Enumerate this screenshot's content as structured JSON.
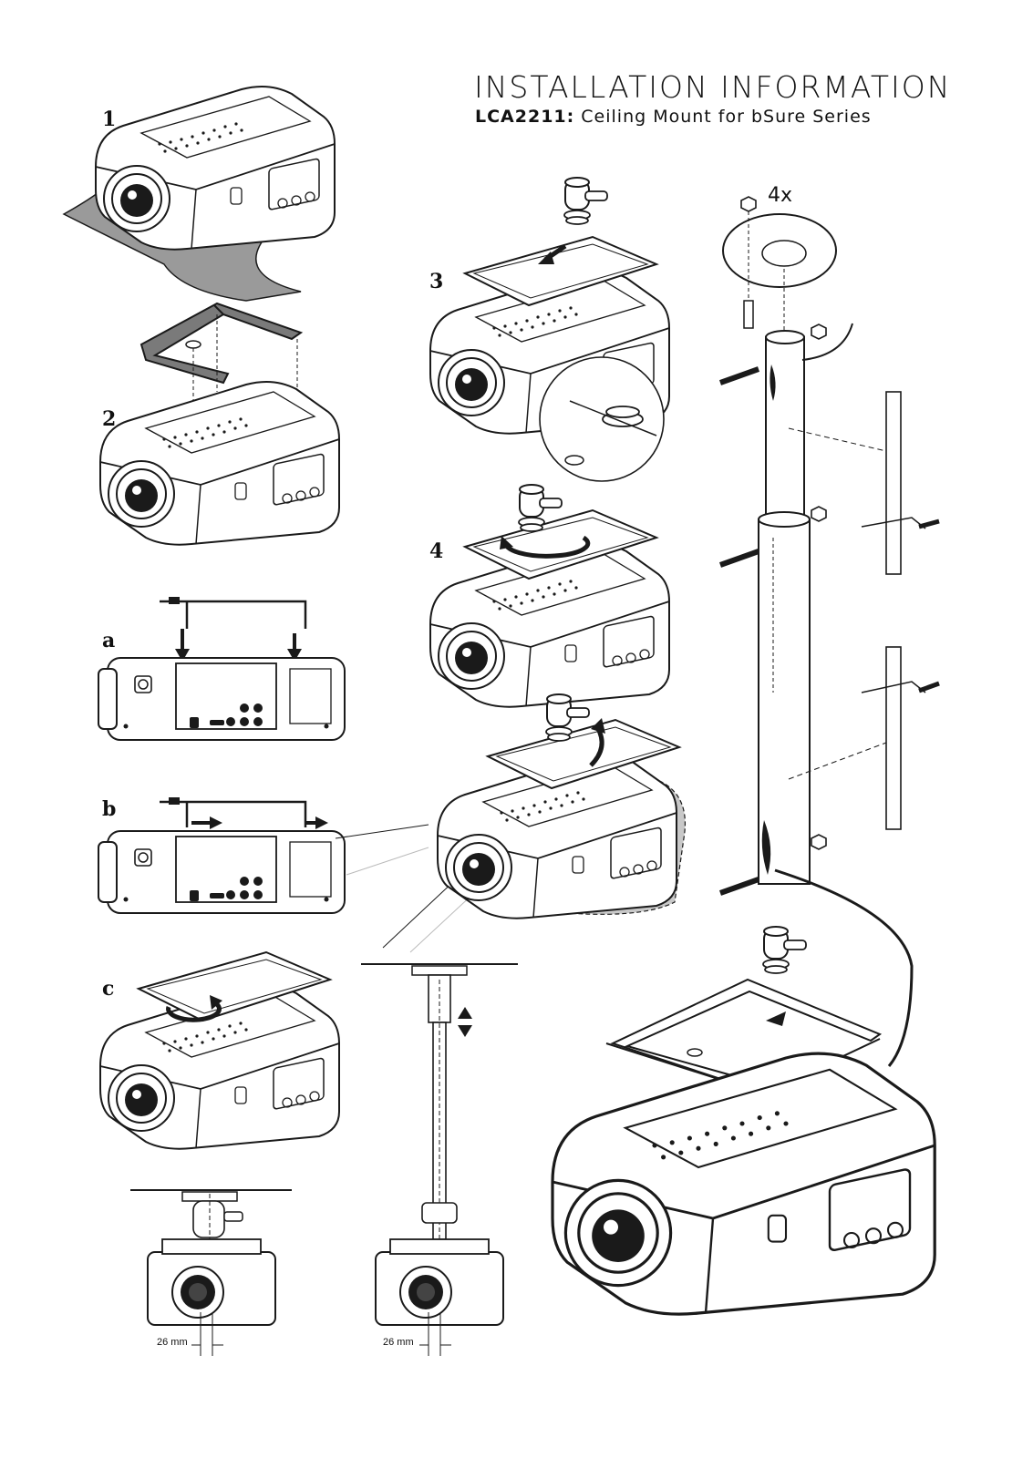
{
  "header": {
    "title": "INSTALLATION INFORMATION",
    "model": "LCA2211:",
    "description": " Ceiling Mount for bSure Series"
  },
  "steps": [
    "1",
    "2",
    "3",
    "4",
    "a",
    "b",
    "c"
  ],
  "callouts": {
    "quantity": "4x",
    "offset_left": "26 mm",
    "offset_right": "26 mm"
  },
  "colors": {
    "line": "#1a1a1a",
    "plate_fill": "#7a7a7a",
    "surface_fill": "#9a9a9a",
    "shadow": "#c8c8c8"
  }
}
